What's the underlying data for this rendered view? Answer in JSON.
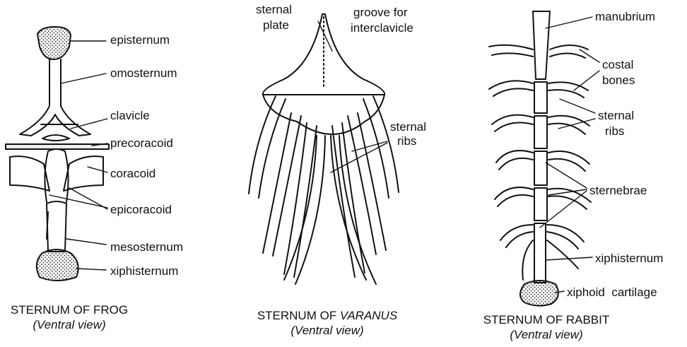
{
  "frog": {
    "labels": {
      "episternum": "episternum",
      "omosternum": "omosternum",
      "clavicle": "clavicle",
      "precoracoid": "precoracoid",
      "coracoid": "coracoid",
      "epicoracoid": "epicoracoid",
      "mesosternum": "mesosternum",
      "xiphisternum": "xiphisternum"
    },
    "caption": {
      "title": "STERNUM OF FROG",
      "sub": "(Ventral view)"
    }
  },
  "varanus": {
    "labels": {
      "sternal_plate_1": "sternal",
      "sternal_plate_2": "plate",
      "groove_1": "groove for",
      "groove_2": "interclavicle",
      "ribs_1": "sternal",
      "ribs_2": "ribs"
    },
    "caption": {
      "title_prefix": "STERNUM OF ",
      "title_italic": "VARANUS",
      "sub": "(Ventral view)"
    }
  },
  "rabbit": {
    "labels": {
      "manubrium": "manubrium",
      "costal_1": "costal",
      "costal_2": "bones",
      "ribs_1": "sternal",
      "ribs_2": "ribs",
      "sternebrae": "sternebrae",
      "xiphisternum": "xiphisternum",
      "xiphoid": "xiphoid  cartilage"
    },
    "caption": {
      "title": "STERNUM OF RABBIT",
      "sub": "(Ventral view)"
    }
  }
}
